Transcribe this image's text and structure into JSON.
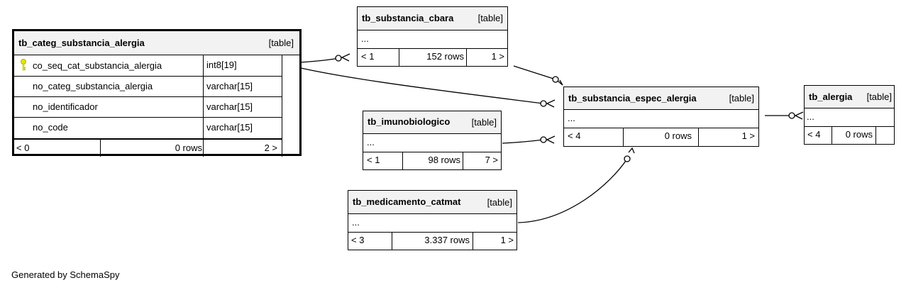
{
  "main_table": {
    "name": "tb_categ_substancia_alergia",
    "type": "[table]",
    "columns": [
      {
        "name": "co_seq_cat_substancia_alergia",
        "datatype": "int8[19]",
        "primary_key": true
      },
      {
        "name": "no_categ_substancia_alergia",
        "datatype": "varchar[15]"
      },
      {
        "name": "no_identificador",
        "datatype": "varchar[15]"
      },
      {
        "name": "no_code",
        "datatype": "varchar[15]"
      }
    ],
    "parents": "< 0",
    "rows": "0 rows",
    "children": "2 >"
  },
  "tables": {
    "cbara": {
      "name": "tb_substancia_cbara",
      "type": "[table]",
      "ellipsis": "...",
      "parents": "< 1",
      "rows": "152 rows",
      "children": "1 >"
    },
    "espec": {
      "name": "tb_substancia_espec_alergia",
      "type": "[table]",
      "ellipsis": "...",
      "parents": "< 4",
      "rows": "0 rows",
      "children": "1 >"
    },
    "alergia": {
      "name": "tb_alergia",
      "type": "[table]",
      "ellipsis": "...",
      "parents": "< 4",
      "rows": "0 rows"
    },
    "imuno": {
      "name": "tb_imunobiologico",
      "type": "[table]",
      "ellipsis": "...",
      "parents": "< 1",
      "rows": "98 rows",
      "children": "7 >"
    },
    "catmat": {
      "name": "tb_medicamento_catmat",
      "type": "[table]",
      "ellipsis": "...",
      "parents": "< 3",
      "rows": "3.337 rows",
      "children": "1 >"
    }
  },
  "footer": {
    "generated_by": "Generated by SchemaSpy"
  },
  "colors": {
    "key_icon": "#e6e600",
    "header_bg": "#f2f2f2"
  },
  "icons": {
    "primary_key": "key-icon"
  }
}
